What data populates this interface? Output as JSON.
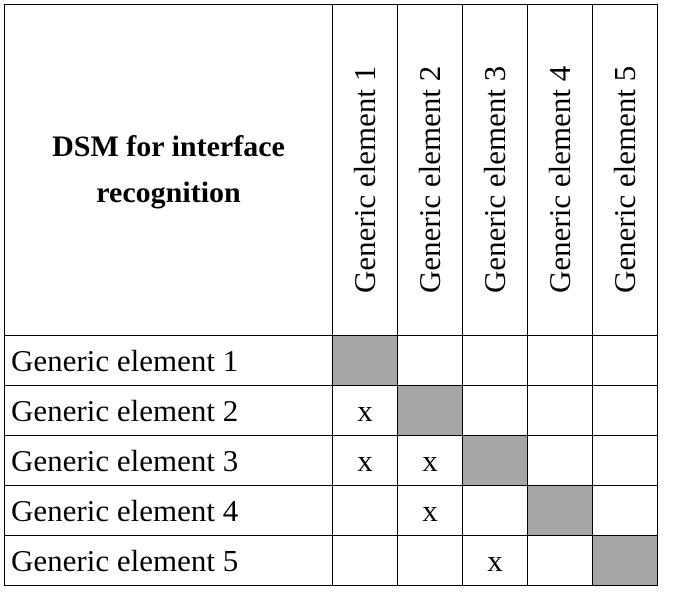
{
  "title": "DSM for interface recognition",
  "elements": [
    "Generic element 1",
    "Generic element 2",
    "Generic element 3",
    "Generic element 4",
    "Generic element 5"
  ],
  "matrix": [
    [
      "",
      "",
      "",
      "",
      ""
    ],
    [
      "x",
      "",
      "",
      "",
      ""
    ],
    [
      "x",
      "x",
      "",
      "",
      ""
    ],
    [
      "",
      "x",
      "",
      "",
      ""
    ],
    [
      "",
      "",
      "x",
      "",
      ""
    ]
  ],
  "colors": {
    "diagonal": "#a6a6a6",
    "border": "#000000",
    "background": "#ffffff"
  }
}
